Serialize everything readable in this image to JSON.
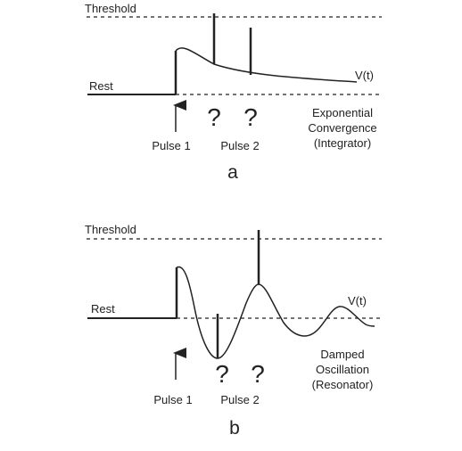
{
  "colors": {
    "ink": "#222222",
    "background": "#ffffff"
  },
  "panel_a": {
    "threshold_label": "Threshold",
    "rest_label": "Rest",
    "trace_label": "V(t)",
    "pulse1_label": "Pulse 1",
    "pulse2_label": "Pulse 2",
    "question_mark": "?",
    "description": [
      "Exponential",
      "Convergence",
      "(Integrator)"
    ],
    "caption": "a"
  },
  "panel_b": {
    "threshold_label": "Threshold",
    "rest_label": "Rest",
    "trace_label": "V(t)",
    "pulse1_label": "Pulse 1",
    "pulse2_label": "Pulse 2",
    "question_mark": "?",
    "description": [
      "Damped",
      "Oscillation",
      "(Resonator)"
    ],
    "caption": "b"
  }
}
